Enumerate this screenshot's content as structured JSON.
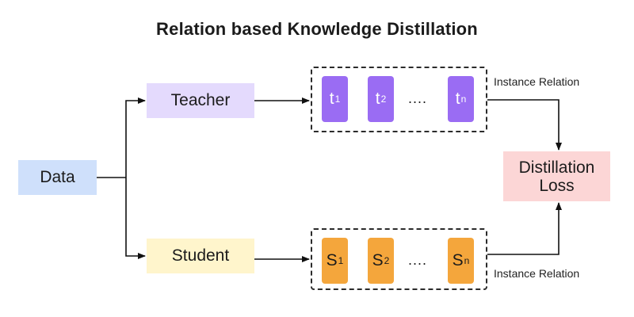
{
  "title": "Relation based Knowledge Distillation",
  "nodes": {
    "data": "Data",
    "teacher": "Teacher",
    "student": "Student",
    "loss_line1": "Distillation",
    "loss_line2": "Loss"
  },
  "teacher_group": {
    "label": "Instance Relation",
    "items": [
      {
        "base": "t",
        "sub": "1"
      },
      {
        "base": "t",
        "sub": "2"
      },
      {
        "base": "t",
        "sub": "n"
      }
    ],
    "ellipsis": "...."
  },
  "student_group": {
    "label": "Instance Relation",
    "items": [
      {
        "base": "S",
        "sub": "1"
      },
      {
        "base": "S",
        "sub": "2"
      },
      {
        "base": "S",
        "sub": "n"
      }
    ],
    "ellipsis": "...."
  },
  "colors": {
    "data": "#cfe0fb",
    "teacher": "#e4dafd",
    "student": "#fff5cc",
    "loss": "#fcd6d6",
    "teacher_chip": "#9a6cf3",
    "student_chip": "#f4a63c"
  }
}
